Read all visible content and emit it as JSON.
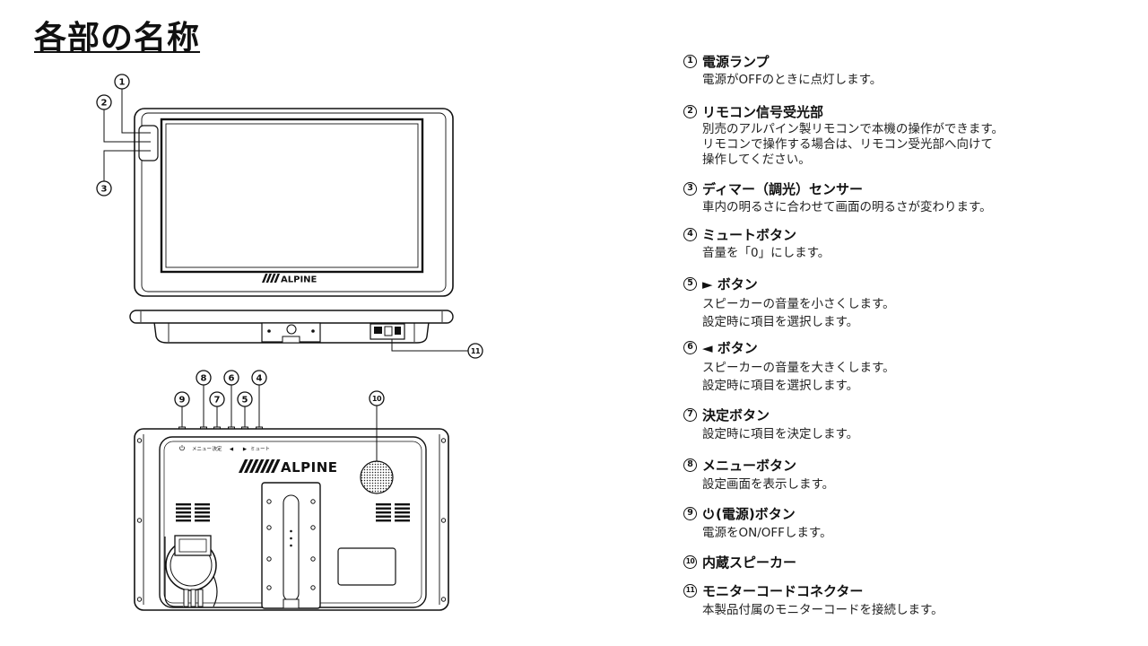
{
  "title": "各部の名称",
  "diagram": {
    "front_logo": "ALPINE",
    "rear_logo": "ALPINE",
    "rear_button_labels": {
      "power_icon": "power-icon",
      "menu": "メニュー",
      "enter": "決定",
      "left": "◀",
      "right": "▶",
      "mute": "ミュート"
    }
  },
  "parts": [
    {
      "number": "1",
      "name": "電源ランプ",
      "description": [
        "電源がOFFのときに点灯します。"
      ]
    },
    {
      "number": "2",
      "name": "リモコン信号受光部",
      "description": [
        "別売のアルパイン製リモコンで本機の操作ができます。",
        "リモコンで操作する場合は、リモコン受光部へ向けて",
        "操作してください。"
      ]
    },
    {
      "number": "3",
      "name": "ディマー（調光）センサー",
      "description": [
        "車内の明るさに合わせて画面の明るさが変わります。"
      ]
    },
    {
      "number": "4",
      "name": "ミュートボタン",
      "description": [
        "音量を「0」にします。"
      ]
    },
    {
      "number": "5",
      "name": "► ボタン",
      "description": [
        "スピーカーの音量を小さくします。",
        "設定時に項目を選択します。"
      ]
    },
    {
      "number": "6",
      "name": "◄ ボタン",
      "description": [
        "スピーカーの音量を大きくします。",
        "設定時に項目を選択します。"
      ]
    },
    {
      "number": "7",
      "name": "決定ボタン",
      "description": [
        "設定時に項目を決定します。"
      ]
    },
    {
      "number": "8",
      "name": "メニューボタン",
      "description": [
        "設定画面を表示します。"
      ]
    },
    {
      "number": "9",
      "icon": "power-icon",
      "name": "(電源)ボタン",
      "description": [
        "電源をON/OFFします。"
      ]
    },
    {
      "number": "10",
      "name": "内蔵スピーカー",
      "description": []
    },
    {
      "number": "11",
      "name": "モニターコードコネクター",
      "description": [
        "本製品付属のモニターコードを接続します。"
      ]
    }
  ]
}
